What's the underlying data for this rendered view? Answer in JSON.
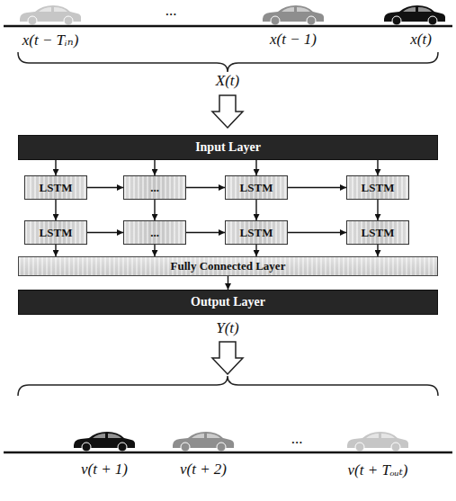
{
  "diagram": {
    "nodes": [
      {
        "text": [
          "Input Layer"
        ]
      },
      {
        "text": [
          "LSTM"
        ]
      },
      {
        "text": [
          "..."
        ]
      },
      {
        "text": [
          "LSTM"
        ]
      },
      {
        "text": [
          "LSTM"
        ]
      },
      {
        "text": [
          "LSTM"
        ]
      },
      {
        "text": [
          "..."
        ]
      },
      {
        "text": [
          "LSTM"
        ]
      },
      {
        "text": [
          "LSTM"
        ]
      },
      {
        "text": [
          "Fully Connected Layer"
        ]
      },
      {
        "text": [
          "Output Layer"
        ]
      }
    ],
    "edges": [
      {
        "from": 0,
        "to": 1,
        "arrow": "to"
      },
      {
        "from": 0,
        "to": 2,
        "arrow": "to"
      },
      {
        "from": 0,
        "to": 3,
        "arrow": "to"
      },
      {
        "from": 0,
        "to": 4,
        "arrow": "to"
      },
      {
        "from": 1,
        "to": 2,
        "arrow": "to"
      },
      {
        "from": 2,
        "to": 3,
        "arrow": "to"
      },
      {
        "from": 3,
        "to": 4,
        "arrow": "to"
      },
      {
        "from": 5,
        "to": 6,
        "arrow": "to"
      },
      {
        "from": 6,
        "to": 7,
        "arrow": "to"
      },
      {
        "from": 7,
        "to": 8,
        "arrow": "to"
      },
      {
        "from": 1,
        "to": 5,
        "arrow": "to"
      },
      {
        "from": 2,
        "to": 6,
        "arrow": "to"
      },
      {
        "from": 3,
        "to": 7,
        "arrow": "to"
      },
      {
        "from": 4,
        "to": 8,
        "arrow": "to"
      },
      {
        "from": 5,
        "to": 9,
        "arrow": "to"
      },
      {
        "from": 6,
        "to": 9,
        "arrow": "to"
      },
      {
        "from": 7,
        "to": 9,
        "arrow": "to"
      },
      {
        "from": 8,
        "to": 9,
        "arrow": "to"
      },
      {
        "from": 9,
        "to": 10,
        "arrow": "to"
      }
    ],
    "labels": [
      "...",
      "x(t − Tᵢₙ)",
      "x(t − 1)",
      "x(t)",
      "X(t)",
      "Y(t)",
      "...",
      "v(t + 1)",
      "v(t + 2)",
      "v(t + Tₒᵤₜ)"
    ]
  }
}
